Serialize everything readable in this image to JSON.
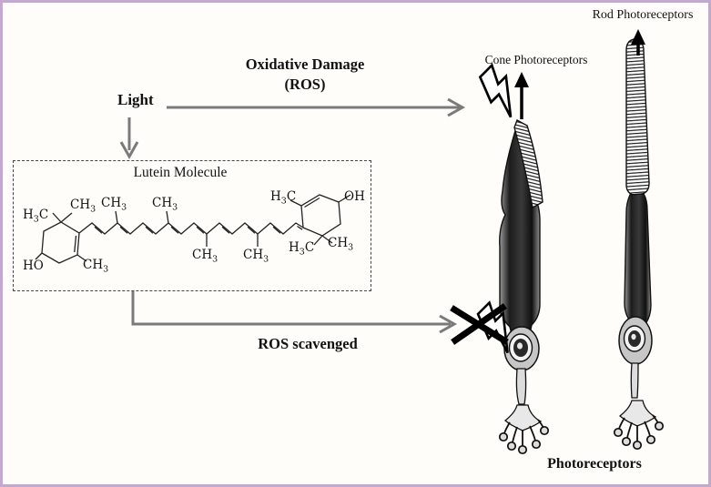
{
  "figure": {
    "light_label": "Light",
    "oxidative_damage": {
      "line1": "Oxidative Damage",
      "line2": "(ROS)"
    },
    "ros_scavenged_label": "ROS scavenged",
    "cone_label": "Cone Photoreceptors",
    "rod_label": "Rod Photoreceptors",
    "photoreceptors_label": "Photoreceptors"
  },
  "molecule": {
    "title": "Lutein Molecule",
    "labels": {
      "h3c": "H3C",
      "ch3": "CH3",
      "ho": "HO",
      "oh": "OH"
    }
  },
  "icons": {
    "ros_strike": "lightning-bolt",
    "ros_blocked": "crossed-lightning-bolt",
    "signal": "up-arrow"
  },
  "colors": {
    "border": "#c3a8cf",
    "arrow_gray": "#7a7a7a",
    "ink": "#111111",
    "background": "#fffdf9"
  }
}
